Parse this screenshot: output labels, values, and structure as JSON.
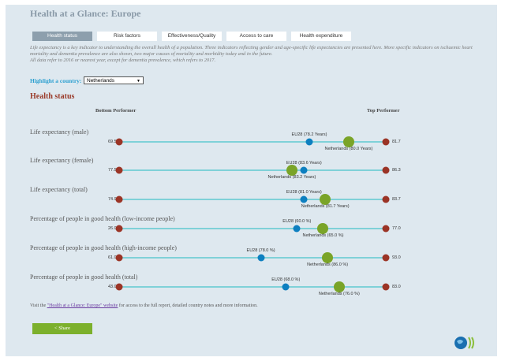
{
  "title": "Health at a Glance: Europe",
  "tabs": [
    "Health status",
    "Risk factors",
    "Effectiveness/Quality",
    "Access to care",
    "Health expenditure"
  ],
  "description": [
    "Life expectancy is a key indicator to understanding the overall health of a population. Three indicators reflecting gender and age-specific life expectancies are presented here. More specific indicators on ischaemic heart mortality and dementia prevalence are also shown, two major causes of mortality and morbidity today and in the future.",
    "All data refer to 2016 or nearest year, except for dementia prevalence, which refers to 2017."
  ],
  "highlight_label": "Highlight a country:",
  "highlight_value": "Netherlands",
  "section_title": "Health status",
  "bottom_label": "Bottom Performer",
  "top_label": "Top Performer",
  "colors": {
    "bottom_top": "#9b3426",
    "eu": "#0d7fc0",
    "country": "#7aa428",
    "line": "#7fd1d8"
  },
  "chart_data": {
    "type": "scatter",
    "rows": [
      {
        "label": "Life expectancy (male)",
        "min": 69.5,
        "max": 81.7,
        "min_label": "69.5",
        "max_label": "81.7",
        "eu": 78.2,
        "eu_label": "EU28 (78.2 Years)",
        "country": 80.0,
        "country_label": "Netherlands (80.0 Years)"
      },
      {
        "label": "Life expectancy (female)",
        "min": 77.5,
        "max": 86.3,
        "min_label": "77.5",
        "max_label": "86.3",
        "eu": 83.6,
        "eu_label": "EU28 (83.6 Years)",
        "country": 83.2,
        "country_label": "Netherlands (83.2 Years)"
      },
      {
        "label": "Life expectancy (total)",
        "min": 74.9,
        "max": 83.7,
        "min_label": "74.9",
        "max_label": "83.7",
        "eu": 81.0,
        "eu_label": "EU28 (81.0 Years)",
        "country": 81.7,
        "country_label": "Netherlands (81.7 Years)"
      },
      {
        "label": "Percentage of people in good health (low-income people)",
        "min": 26.0,
        "max": 77.0,
        "min_label": "26.0",
        "max_label": "77.0",
        "eu": 60.0,
        "eu_label": "EU28 (60.0 %)",
        "country": 65.0,
        "country_label": "Netherlands (65.0 %)"
      },
      {
        "label": "Percentage of people in good health (high-income people)",
        "min": 61.0,
        "max": 93.0,
        "min_label": "61.0",
        "max_label": "93.0",
        "eu": 78.0,
        "eu_label": "EU28 (78.0 %)",
        "country": 86.0,
        "country_label": "Netherlands (86.0 %)"
      },
      {
        "label": "Percentage of people in good health (total)",
        "min": 43.0,
        "max": 83.0,
        "min_label": "43.0",
        "max_label": "83.0",
        "eu": 68.0,
        "eu_label": "EU28 (68.0 %)",
        "country": 76.0,
        "country_label": "Netherlands (76.0 %)"
      }
    ]
  },
  "footer": {
    "pre": "Visit the ",
    "link": "\"Health at a Glance: Europe\" website",
    "post": " for access to the full report, detailed country notes and more information."
  },
  "share_label": "Share"
}
